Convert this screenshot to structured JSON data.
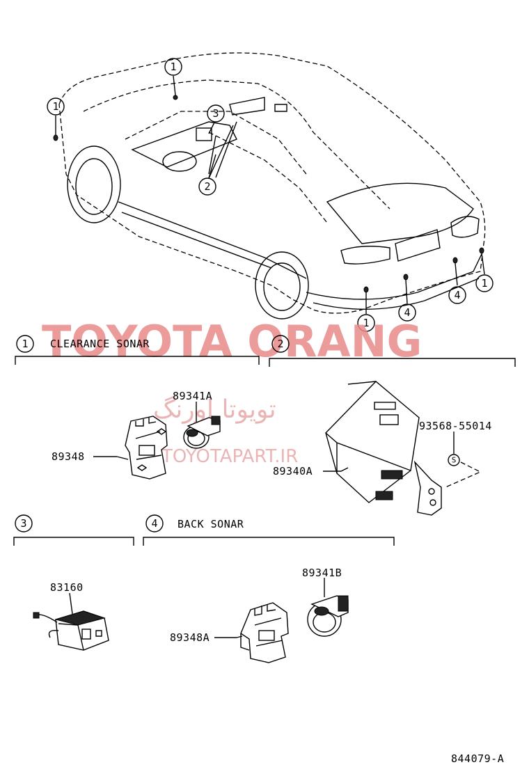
{
  "watermark": {
    "main": "TOYOTA ORANG",
    "arabic": "تویوتا اورنگ",
    "url": "TOYOTAPART.IR"
  },
  "car_callouts": [
    {
      "num": "1"
    },
    {
      "num": "1"
    },
    {
      "num": "3"
    },
    {
      "num": "2"
    },
    {
      "num": "1"
    },
    {
      "num": "4"
    },
    {
      "num": "4"
    },
    {
      "num": "1"
    }
  ],
  "sections": [
    {
      "num": "1",
      "title": "CLEARANCE SONAR"
    },
    {
      "num": "2",
      "title": ""
    },
    {
      "num": "3",
      "title": ""
    },
    {
      "num": "4",
      "title": "BACK SONAR"
    }
  ],
  "part_labels": {
    "p89341A": "89341A",
    "p89348": "89348",
    "p89340A": "89340A",
    "p93568": "93568-55014",
    "p83160": "83160",
    "p89341B": "89341B",
    "p89348A": "89348A"
  },
  "diagram_code": "844079-A"
}
